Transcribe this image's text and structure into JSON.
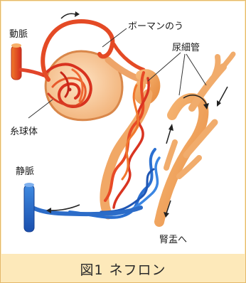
{
  "labels": {
    "artery": "動脈",
    "bowman": "ボーマンのう",
    "tubule": "尿細管",
    "glomerulus": "糸球体",
    "vein": "静脈",
    "to_pelvis": "腎盂へ"
  },
  "caption": {
    "number": "図1",
    "title": "ネフロン"
  },
  "colors": {
    "artery": "#e8412a",
    "vein": "#2466c8",
    "tubule": "#f0a25a",
    "background": "#fde9ba"
  }
}
